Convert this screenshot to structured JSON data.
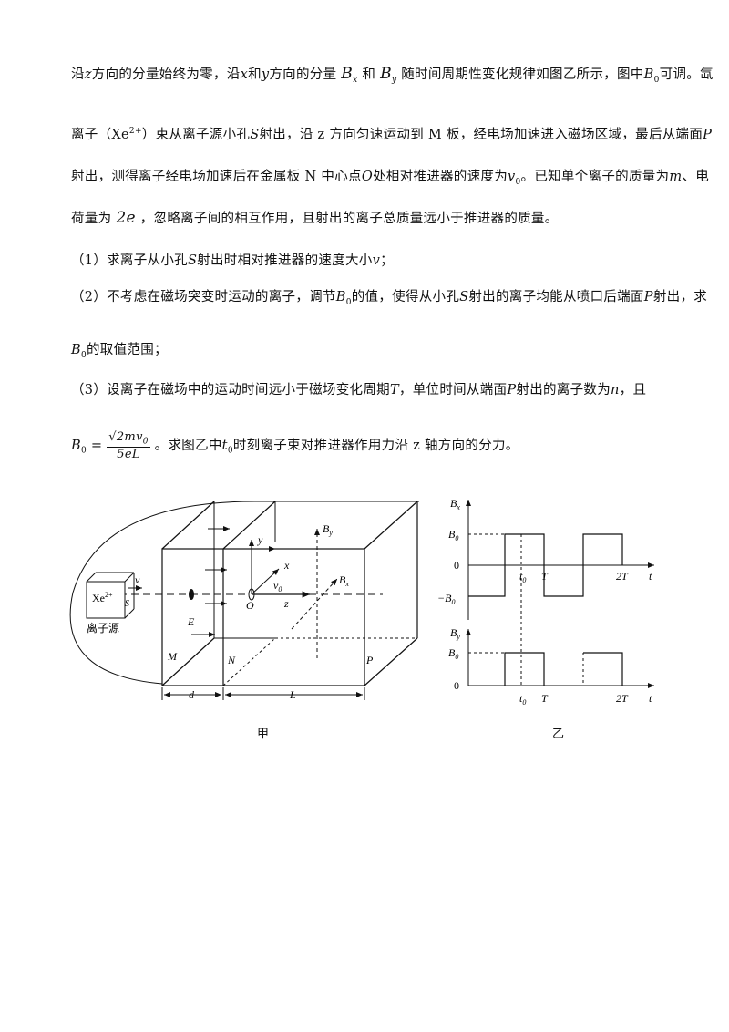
{
  "paragraph": {
    "l1_a": "沿",
    "l1_z": "z",
    "l1_b": "方向的分量始终为零，沿",
    "l1_x": "x",
    "l1_c": "和",
    "l1_y": "y",
    "l1_d": "方向的分量",
    "l1_Bx": "B",
    "l1_Bx_sub": "x",
    "l1_and": "和",
    "l1_By": "B",
    "l1_By_sub": "y",
    "l1_e": "随时间周期性变化规律如图乙所示，图中",
    "l1_B0": "B",
    "l1_B0_sub": "0",
    "l1_f": "可调。氙",
    "l2_a": "离子（",
    "l2_xe": "Xe",
    "l2_xe_sup": "2+",
    "l2_b": "）束从离子源小孔",
    "l2_S": "S",
    "l2_c": "射出，沿 z 方向匀速运动到 M 板，经电场加速进入磁场区域，最后从端面",
    "l2_P": "P",
    "l3_a": "射出，测得离子经电场加速后在金属板 N 中心点",
    "l3_O": "O",
    "l3_b": "处相对推进器的速度为",
    "l3_v0": "v",
    "l3_v0_sub": "0",
    "l3_c": "。已知单个离子的质量为",
    "l3_m": "m",
    "l3_d": "、电",
    "l4_a": "荷量为",
    "l4_2e": "2e",
    "l4_b": "，忽略离子间的相互作用，且射出的离子总质量远小于推进器的质量。"
  },
  "questions": {
    "q1_a": "（1）求离子从小孔",
    "q1_S": "S",
    "q1_b": "射出时相对推进器的速度大小",
    "q1_v": "v",
    "q1_c": "；",
    "q2_a": "（2）不考虑在磁场突变时运动的离子，调节",
    "q2_B0": "B",
    "q2_B0_sub": "0",
    "q2_b": "的值，使得从小孔",
    "q2_S": "S",
    "q2_c": "射出的离子均能从喷口后端面",
    "q2_P": "P",
    "q2_d": "射出，求",
    "q2_B0b": "B",
    "q2_B0b_sub": "0",
    "q2_e": "的取值范围；",
    "q3_a": "（3）设离子在磁场中的运动时间远小于磁场变化周期",
    "q3_T": "T",
    "q3_b": "，单位时间从端面",
    "q3_P": "P",
    "q3_c": "射出的离子数为",
    "q3_n": "n",
    "q3_d": "，且",
    "q3_eq_lhs": "B",
    "q3_eq_lhs_sub": "0",
    "q3_eq": " = ",
    "q3_num": "√2mv",
    "q3_num_sub": "0",
    "q3_den": "5eL",
    "q3_e": "。求图乙中",
    "q3_t0": "t",
    "q3_t0_sub": "0",
    "q3_f": "时刻离子束对推进器作用力沿 z 轴方向的分力。"
  },
  "figure_jia": {
    "caption": "甲",
    "source_label": "离子源",
    "xe": "Xe",
    "xe_sup": "2+",
    "S": "S",
    "v": "v",
    "y": "y",
    "x": "x",
    "z": "z",
    "O": "O",
    "v0": "v",
    "v0_sub": "0",
    "By": "B",
    "By_sub": "y",
    "Bx": "B",
    "Bx_sub": "x",
    "E": "E",
    "M": "M",
    "N": "N",
    "P": "P",
    "d": "d",
    "L": "L"
  },
  "figure_yi": {
    "caption": "乙",
    "top_ylabel": "B",
    "top_ylabel_sub": "x",
    "bot_ylabel": "B",
    "bot_ylabel_sub": "y",
    "B0": "B",
    "B0_sub": "0",
    "negB0": "−B",
    "negB0_sub": "0",
    "zero": "0",
    "t0": "t",
    "t0_sub": "0",
    "T": "T",
    "2T": "2T",
    "t": "t"
  }
}
